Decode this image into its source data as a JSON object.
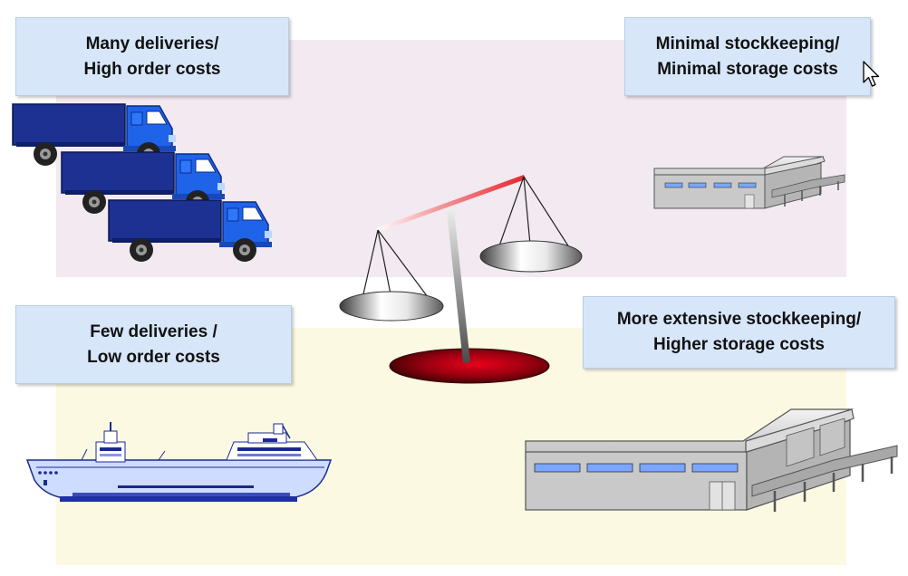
{
  "colors": {
    "top_panel": "#f2e9f1",
    "bottom_panel": "#fcf9e3",
    "label_box": "#d7e6f9",
    "truck_cargo": "#1c3191",
    "truck_cab": "#1f63e8",
    "beam_red": "#e5262e",
    "base_red": "#a0000f",
    "ship_hull": "#cddcff",
    "ship_waterline": "#2030a0",
    "warehouse_wall": "#c9c9c9"
  },
  "labels": {
    "many_deliveries": {
      "line1": "Many deliveries/",
      "line2": "High order costs"
    },
    "minimal_stock": {
      "line1": "Minimal stockkeeping/",
      "line2": "Minimal storage costs"
    },
    "few_deliveries": {
      "line1": "Few deliveries /",
      "line2": "Low order costs"
    },
    "extensive_stock": {
      "line1": "More extensive stockkeeping/",
      "line2": "Higher storage costs"
    }
  },
  "icons": [
    "truck-icon",
    "truck-icon",
    "truck-icon",
    "ship-icon",
    "small-warehouse-icon",
    "large-warehouse-icon",
    "balance-scale-icon",
    "mouse-cursor-icon"
  ]
}
